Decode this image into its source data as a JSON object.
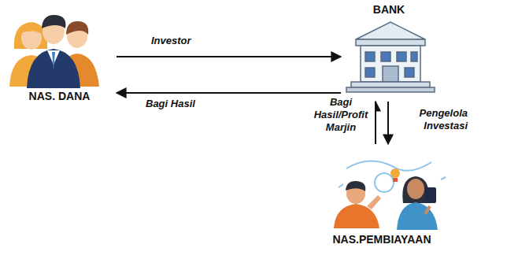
{
  "diagram": {
    "nodes": [
      {
        "text": [
          "NAS. DANA"
        ]
      },
      {
        "text": [
          "BANK"
        ]
      },
      {
        "text": [
          "NAS.PEMBIAYAAN"
        ]
      }
    ],
    "edges": [
      {
        "from": 0,
        "to": 1,
        "label": "Investor",
        "arrow": "to"
      },
      {
        "from": 1,
        "to": 0,
        "label": "Bagi Hasil",
        "arrow": "to"
      },
      {
        "from": 2,
        "to": 1,
        "label": "Bagi Hasil/Profit Marjin",
        "arrow": "to"
      },
      {
        "from": 1,
        "to": 2,
        "label": "Pengelola Investasi",
        "arrow": "to"
      }
    ]
  }
}
